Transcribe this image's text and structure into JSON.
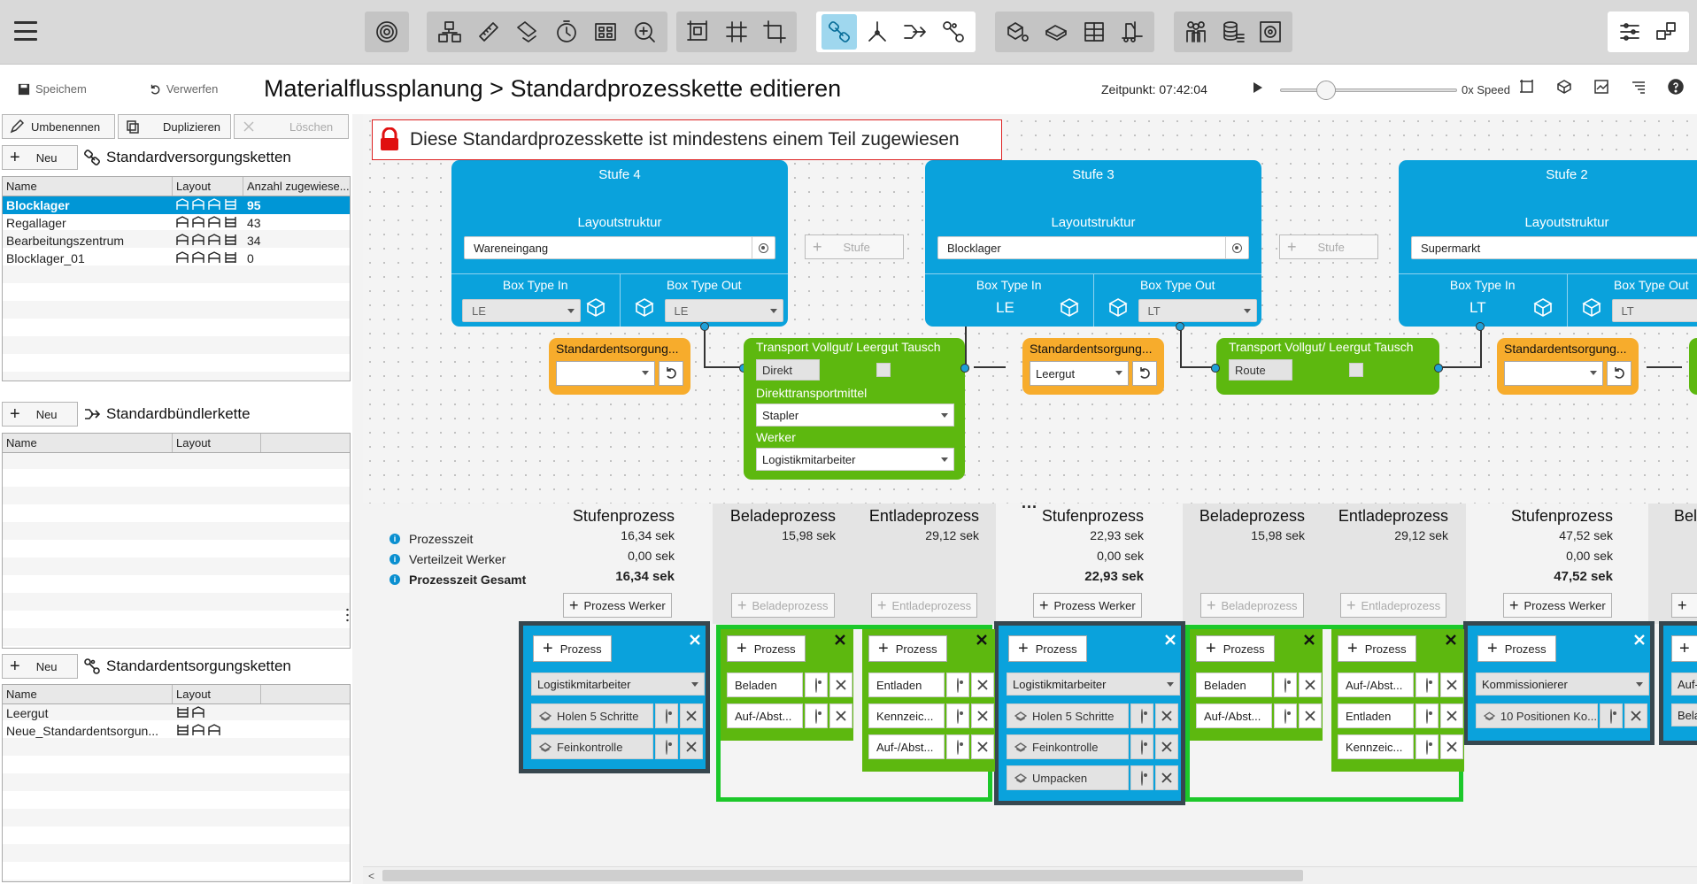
{
  "header": {
    "save": "Speichem",
    "discard": "Verwerfen",
    "title": "Materialflussplanung",
    "sep": ">",
    "subtitle": "Standardprozesskette editieren",
    "time_label": "Zeitpunkt: 07:42:04",
    "speed": "0x Speed"
  },
  "left": {
    "buttons": {
      "rename": "Umbenennen",
      "duplicate": "Duplizieren",
      "delete": "Löschen",
      "new": "Neu"
    },
    "versorgung": {
      "title": "Standardversorgungsketten",
      "cols": [
        "Name",
        "Layout",
        "Anzahl zugewiese..."
      ],
      "rows": [
        {
          "name": "Blocklager",
          "count": "95"
        },
        {
          "name": "Regallager",
          "count": "43"
        },
        {
          "name": "Bearbeitungszentrum",
          "count": "34"
        },
        {
          "name": "Blocklager_01",
          "count": "0"
        }
      ]
    },
    "buendler": {
      "title": "Standardbündlerkette",
      "cols": [
        "Name",
        "Layout"
      ]
    },
    "entsorgung": {
      "title": "Standardentsorgungsketten",
      "cols": [
        "Name",
        "Layout"
      ],
      "rows": [
        {
          "name": "Leergut"
        },
        {
          "name": "Neue_Standardentsorgun..."
        }
      ]
    }
  },
  "canvas": {
    "warning": "Diese Standardprozesskette ist mindestens einem Teil zugewiesen",
    "stufe_btn": "Stufe",
    "stufen": [
      {
        "title": "Stufe 4",
        "layout_label": "Layoutstruktur",
        "layout": "Wareneingang",
        "box_in_label": "Box Type In",
        "box_out_label": "Box Type Out",
        "box_in": "LE",
        "box_out": "LE",
        "in_kind": "select"
      },
      {
        "title": "Stufe 3",
        "layout_label": "Layoutstruktur",
        "layout": "Blocklager",
        "box_in_label": "Box Type In",
        "box_out_label": "Box Type Out",
        "box_in": "LE",
        "box_out": "LT",
        "in_kind": "text"
      },
      {
        "title": "Stufe 2",
        "layout_label": "Layoutstruktur",
        "layout": "Supermarkt",
        "box_in_label": "Box Type In",
        "box_out_label": "Box Type Out",
        "box_in": "LT",
        "box_out": "LT",
        "in_kind": "text"
      }
    ],
    "entsorgung": [
      {
        "title": "Standardentsorgung...",
        "value": ""
      },
      {
        "title": "Standardentsorgung...",
        "value": "Leergut"
      },
      {
        "title": "Standardentsorgung...",
        "value": ""
      }
    ],
    "transport": [
      {
        "title": "Transport Vollgut/ Leergut Tausch",
        "mode": "Direkt",
        "mittel_label": "Direkttransportmittel",
        "mittel": "Stapler",
        "werker_label": "Werker",
        "werker": "Logistikmitarbeiter"
      },
      {
        "title": "Transport Vollgut/ Leergut Tausch",
        "mode": "Route"
      }
    ]
  },
  "process": {
    "legend": [
      "Prozesszeit",
      "Verteilzeit Werker",
      "Prozesszeit Gesamt"
    ],
    "cols": [
      {
        "title": "Stufenprozess",
        "v1": "16,34 sek",
        "v2": "0,00 sek",
        "v3": "16,34 sek",
        "btn": "Prozess Werker"
      },
      {
        "title": "Beladeprozess",
        "v1": "15,98 sek",
        "btn": "Beladeprozess"
      },
      {
        "title": "Entladeprozess",
        "v1": "29,12 sek",
        "btn": "Entladeprozess"
      },
      {
        "title": "Stufenprozess",
        "v1": "22,93 sek",
        "v2": "0,00 sek",
        "v3": "22,93 sek",
        "btn": "Prozess Werker"
      },
      {
        "title": "Beladeprozess",
        "v1": "15,98 sek",
        "btn": "Beladeprozess"
      },
      {
        "title": "Entladeprozess",
        "v1": "29,12 sek",
        "btn": "Entladeprozess"
      },
      {
        "title": "Stufenprozess",
        "v1": "47,52 sek",
        "v2": "0,00 sek",
        "v3": "47,52 sek",
        "btn": "Prozess Werker"
      },
      {
        "title": "Bel"
      }
    ],
    "add_label": "Prozess",
    "boxes": {
      "b1": {
        "worker": "Logistikmitarbeiter",
        "items": [
          "Holen 5 Schritte",
          "Feinkontrolle"
        ]
      },
      "g1a": {
        "items": [
          "Beladen",
          "Auf-/Abst..."
        ]
      },
      "g1b": {
        "items": [
          "Entladen",
          "Kennzeic...",
          "Auf-/Abst..."
        ]
      },
      "b2": {
        "worker": "Logistikmitarbeiter",
        "items": [
          "Holen 5 Schritte",
          "Feinkontrolle",
          "Umpacken"
        ]
      },
      "g2a": {
        "items": [
          "Beladen",
          "Auf-/Abst..."
        ]
      },
      "g2b": {
        "items": [
          "Auf-/Abst...",
          "Entladen",
          "Kennzeic..."
        ]
      },
      "b3": {
        "worker": "Kommissionierer",
        "items": [
          "10 Positionen Ko..."
        ]
      },
      "partial": {
        "worker": "Auf-/",
        "item": "Belad"
      }
    }
  }
}
